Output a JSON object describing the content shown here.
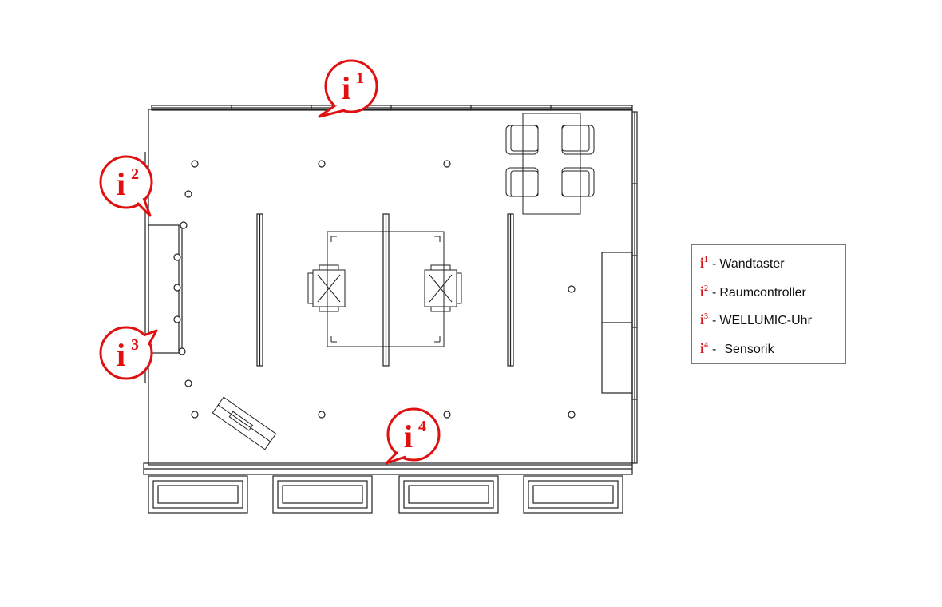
{
  "markers": [
    {
      "id": "i1",
      "glyph": "i",
      "num": "1"
    },
    {
      "id": "i2",
      "glyph": "i",
      "num": "2"
    },
    {
      "id": "i3",
      "glyph": "i",
      "num": "3"
    },
    {
      "id": "i4",
      "glyph": "i",
      "num": "4"
    }
  ],
  "legend": {
    "items": [
      {
        "glyph": "i",
        "num": "1",
        "sep": "-",
        "label": "Wandtaster"
      },
      {
        "glyph": "i",
        "num": "2",
        "sep": "-",
        "label": "Raumcontroller"
      },
      {
        "glyph": "i",
        "num": "3",
        "sep": "-",
        "label": "WELLUMIC-Uhr"
      },
      {
        "glyph": "i",
        "num": "4",
        "sep": "-",
        "label": "Sensorik"
      }
    ]
  },
  "colors": {
    "marker": "#e01010",
    "line": "#222222",
    "legend_border": "#7a7a7a"
  }
}
